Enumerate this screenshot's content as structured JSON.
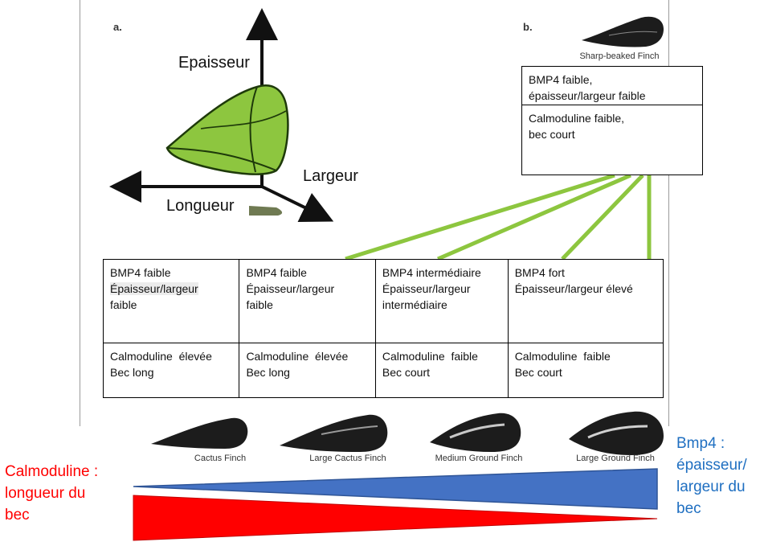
{
  "panel_a": {
    "letter": "a.",
    "axis_labels": {
      "thickness": "Epaisseur",
      "width": "Largeur",
      "length": "Longueur"
    },
    "colors": {
      "shape_fill": "#8dc63f",
      "shape_stroke": "#1e3a0a",
      "axis": "#111111",
      "length_swatch": "#6f7a52"
    }
  },
  "panel_b": {
    "letter": "b.",
    "top_bird_caption": "Sharp-beaked Finch",
    "top_box": {
      "bmp4_line1": "BMP4 faible,",
      "bmp4_line2": "épaisseur/largeur faible",
      "cam_line1": "Calmoduline faible,",
      "cam_line2": "bec court"
    },
    "connector_color": "#8dc63f"
  },
  "table": {
    "columns": [
      {
        "bmp4": [
          "BMP4 faible",
          "Épaisseur/largeur",
          "faible"
        ],
        "cam": [
          "Calmoduline  élevée",
          "Bec long"
        ]
      },
      {
        "bmp4": [
          "BMP4 faible",
          "Épaisseur/largeur",
          "faible"
        ],
        "cam": [
          "Calmoduline  élevée",
          "Bec long"
        ]
      },
      {
        "bmp4": [
          "BMP4 intermédiaire",
          "Épaisseur/largeur",
          "intermédiaire"
        ],
        "cam": [
          "Calmoduline  faible",
          "Bec court"
        ]
      },
      {
        "bmp4": [
          "BMP4 fort",
          "Épaisseur/largeur élevé",
          ""
        ],
        "cam": [
          "Calmoduline  faible",
          "Bec court"
        ]
      }
    ]
  },
  "bird_captions": [
    "Cactus Finch",
    "Large Cactus Finch",
    "Medium Ground Finch",
    "Large Ground Finch"
  ],
  "legend": {
    "calmoduline": {
      "lines": [
        "Calmoduline :",
        "longueur du",
        "bec"
      ],
      "color": "#ff0000"
    },
    "bmp4": {
      "lines": [
        "Bmp4 :",
        "épaisseur/",
        "largeur du",
        "bec"
      ],
      "color": "#1f6fc1"
    },
    "wedge_colors": {
      "blue": "#4472c4",
      "red": "#ff0000"
    }
  }
}
